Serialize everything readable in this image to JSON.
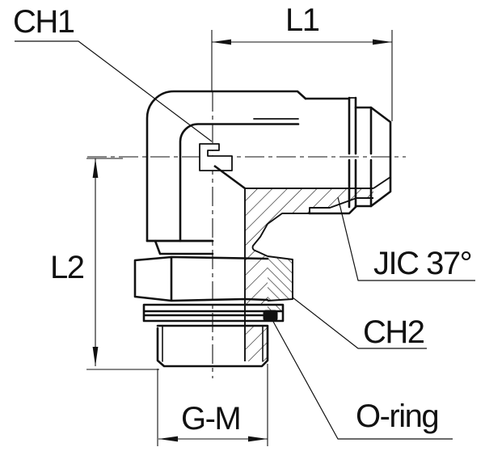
{
  "title": "90 degree elbow fitting technical drawing",
  "labels": {
    "ch1": "CH1",
    "l1": "L1",
    "l2": "L2",
    "jic": "JIC 37°",
    "ch2": "CH2",
    "gm": "G-M",
    "oring": "O-ring"
  },
  "colors": {
    "line": "#111111",
    "background": "#ffffff"
  },
  "callouts": [
    {
      "label": "CH1",
      "points_to": "elbow body hex / bend corner"
    },
    {
      "label": "L1",
      "type": "dimension",
      "measures": "vertical-leg centerline to JIC nose face"
    },
    {
      "label": "L2",
      "type": "dimension",
      "measures": "horizontal centerline to stud end face"
    },
    {
      "label": "JIC 37°",
      "points_to": "37 degree flare male end"
    },
    {
      "label": "CH2",
      "points_to": "adjustable locknut section"
    },
    {
      "label": "G-M",
      "type": "dimension",
      "measures": "stud thread diameter"
    },
    {
      "label": "O-ring",
      "points_to": "seal ring at stud shoulder"
    }
  ]
}
